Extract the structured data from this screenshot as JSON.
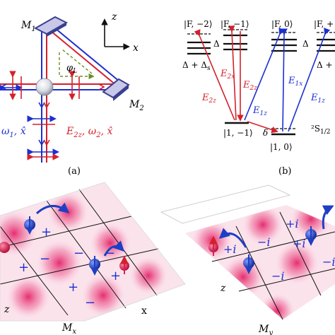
{
  "figure": {
    "panel_a": {
      "caption": "(a)",
      "mirror_m1": "M",
      "mirror_m1_sub": "1",
      "mirror_m2": "M",
      "mirror_m2_sub": "2",
      "axis_z": "z",
      "axis_x": "x",
      "phase_label": "φ",
      "phase_sub": "L",
      "beam1_label": "ω",
      "beam1_sub": "1",
      "beam1_pol": ", x̂",
      "beam2_label": "E",
      "beam2_sub": "2z",
      "beam2_rest": ", ω",
      "beam2_rest_sub": "2",
      "beam2_pol": ", x̂",
      "colors": {
        "red_beam": "#d4202a",
        "blue_beam": "#1c2fd0",
        "mirror": "#3a3f8f",
        "atom": "#d9dde4"
      }
    },
    "panel_b": {
      "caption": "(b)",
      "level_f_m2": "|F, −2⟩",
      "level_f_m1": "|F, −1⟩",
      "level_f_0": "|F, 0⟩",
      "level_f_p": "|F, +",
      "delta": "Δ",
      "delta_right": "Δ",
      "delta_plus_s": "Δ + Δ",
      "delta_plus_s_sub": "s",
      "delta_plus_right": "Δ +",
      "e2z_a": "E",
      "e2z_a_sub": "2z",
      "e2x": "E",
      "e2x_sub": "2x",
      "e2z_b": "E",
      "e2z_b_sub": "2z",
      "e1z_a": "E",
      "e1z_a_sub": "1z",
      "e1x": "E",
      "e1x_sub": "1x",
      "e1z_b": "E",
      "e1z_b_sub": "1z",
      "ground_m1": "|1, −1⟩",
      "ground_0": "|1, 0⟩",
      "delta_small": "δ",
      "term": "²S",
      "term_sub": "1/2"
    },
    "panel_c": {
      "left_axis_z": "z",
      "left_axis_x": "x",
      "left_label": "M",
      "left_label_sub": "x",
      "left_signs": [
        "+",
        "−",
        "+",
        "−",
        "−",
        "+",
        "+",
        "−"
      ],
      "right_axis_z": "z",
      "right_label": "M",
      "right_label_sub": "y",
      "right_signs": [
        "+i",
        "+i",
        "−i",
        "+i",
        "−i",
        "−i"
      ],
      "colors": {
        "lattice": "#e9336f",
        "spin_up": "#1e3fc4",
        "spin_down": "#d81f55"
      }
    }
  }
}
